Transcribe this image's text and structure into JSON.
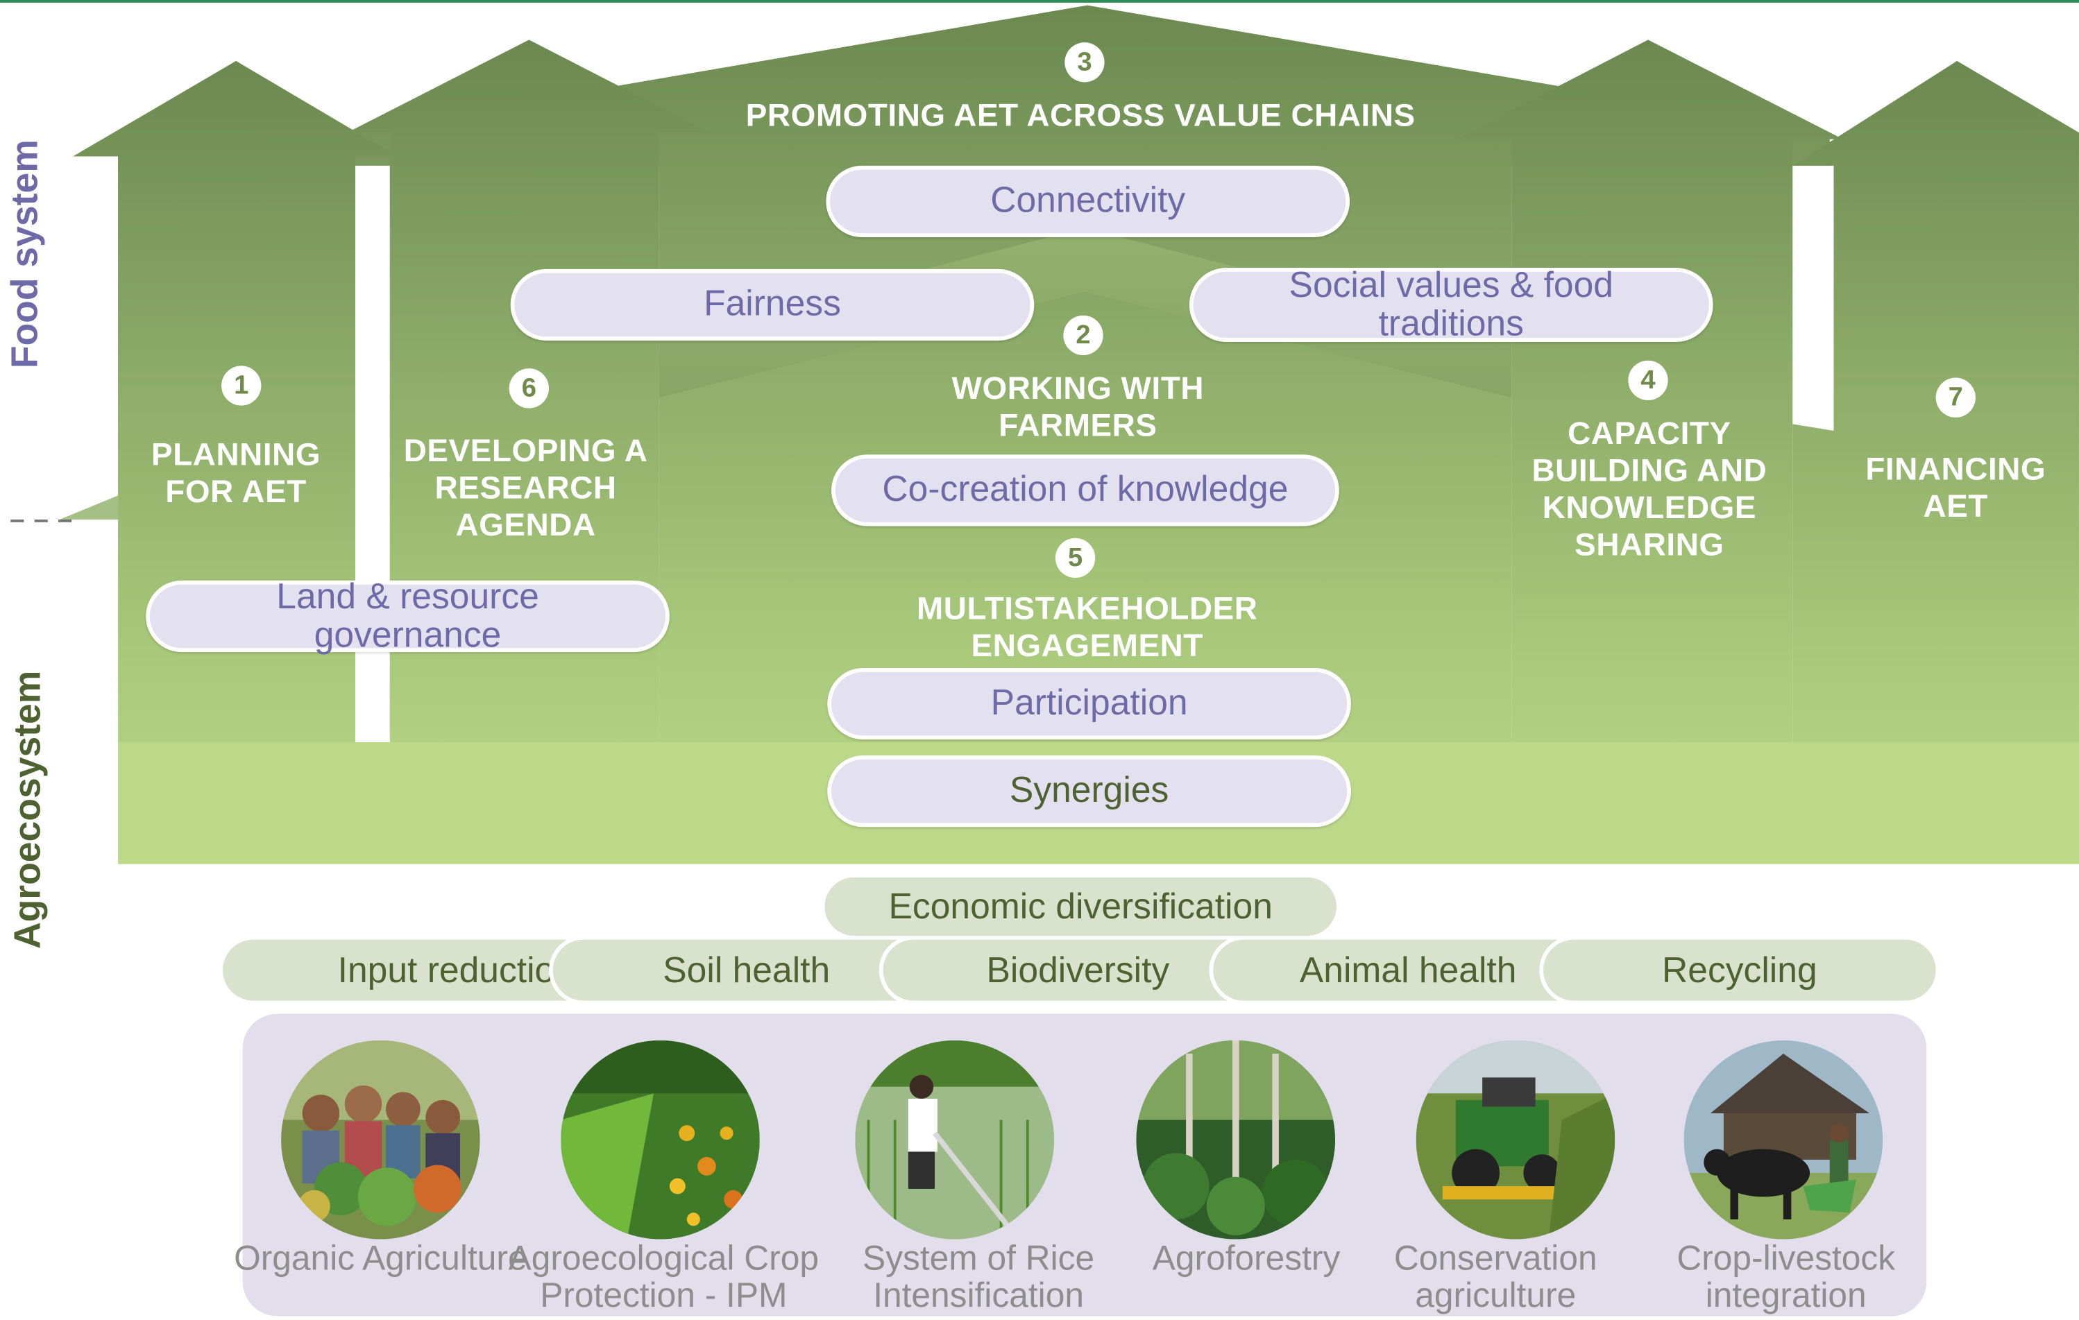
{
  "colors": {
    "arrow_top": "#6b8950",
    "arrow_bottom": "#bcd98a",
    "pill_fill": "#e3e1ef",
    "pill_text": "#6e6aa8",
    "principle_text": "#4d6131",
    "principle_fill": "#d9e2cc",
    "caption_text": "#8d8d8d",
    "food_system_label": "#6e6aa8",
    "agroecosystem_label": "#4d6131"
  },
  "side_labels": {
    "food_system": "Food system",
    "agroecosystem": "Agroecosystem"
  },
  "areas": [
    {
      "number": "1",
      "title": "PLANNING FOR AET"
    },
    {
      "number": "2",
      "title": "WORKING WITH FARMERS"
    },
    {
      "number": "3",
      "title": "PROMOTING AET ACROSS VALUE CHAINS"
    },
    {
      "number": "4",
      "title": "CAPACITY BUILDING AND KNOWLEDGE SHARING"
    },
    {
      "number": "5",
      "title": "MULTISTAKEHOLDER ENGAGEMENT"
    },
    {
      "number": "6",
      "title": "DEVELOPING A RESEARCH AGENDA"
    },
    {
      "number": "7",
      "title": "FINANCING AET"
    }
  ],
  "principles_upper": {
    "connectivity": "Connectivity",
    "fairness": "Fairness",
    "social_values": "Social values & food traditions",
    "co_creation": "Co-creation of knowledge",
    "land_governance": "Land & resource governance",
    "participation": "Participation",
    "synergies": "Synergies"
  },
  "principles_lower": {
    "economic_diversification": "Economic diversification",
    "row": [
      "Input reduction",
      "Soil health",
      "Biodiversity",
      "Animal health",
      "Recycling"
    ]
  },
  "practices": [
    {
      "label": "Organic Agriculture",
      "icon": "organic-agriculture-photo"
    },
    {
      "label": "Agroecological Crop Protection - IPM",
      "icon": "crop-protection-photo"
    },
    {
      "label": "System of Rice Intensification",
      "icon": "rice-intensification-photo"
    },
    {
      "label": "Agroforestry",
      "icon": "agroforestry-photo"
    },
    {
      "label": "Conservation agriculture",
      "icon": "conservation-agriculture-photo"
    },
    {
      "label": "Crop-livestock integration",
      "icon": "crop-livestock-photo"
    }
  ]
}
